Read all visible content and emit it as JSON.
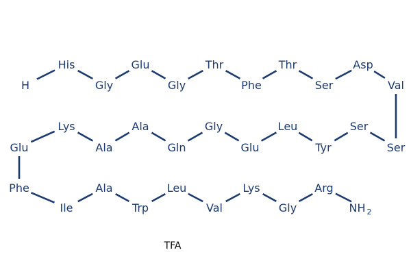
{
  "diagram": {
    "n_terminus": "H",
    "residues": [
      "His",
      "Gly",
      "Glu",
      "Gly",
      "Thr",
      "Phe",
      "Thr",
      "Ser",
      "Asp",
      "Val",
      "Ser",
      "Ser",
      "Tyr",
      "Leu",
      "Glu",
      "Gly",
      "Gln",
      "Ala",
      "Ala",
      "Lys",
      "Glu",
      "Phe",
      "Ile",
      "Ala",
      "Trp",
      "Leu",
      "Val",
      "Lys",
      "Gly",
      "Arg"
    ],
    "c_terminus": "NH",
    "c_terminus_subscript": "2",
    "salt": "TFA",
    "color": "#1c3a6e"
  }
}
